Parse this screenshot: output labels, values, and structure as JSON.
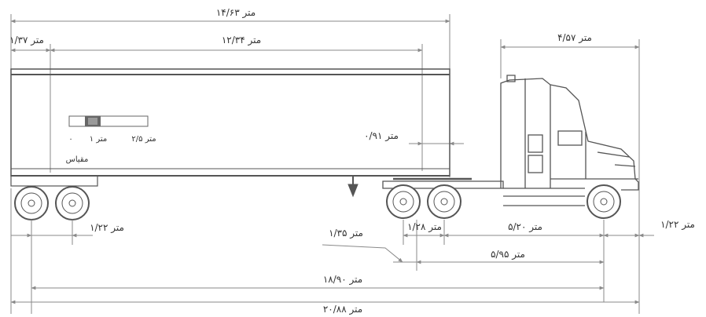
{
  "dimensions": {
    "trailer_overall": "۱۴/۶۳ متر",
    "trailer_front_overhang": "۱/۳۷ متر",
    "trailer_body_inner": "۱۲/۳۴ متر",
    "tractor_length": "۴/۵۷ متر",
    "kingpin_offset": "۰/۹۱ متر",
    "trailer_axle_spread": "۱/۲۲ متر",
    "kingpin_to_drive": "۱/۳۵ متر",
    "drive_axle_spread": "۱/۲۸ متر",
    "drive_to_steer": "۵/۲۰ متر",
    "kingpin_to_steer": "۵/۹۵ متر",
    "front_overhang": "۱/۲۲ متر",
    "axle_to_axle": "۱۸/۹۰ متر",
    "overall_length": "۲۰/۸۸ متر"
  },
  "scale": {
    "title": "مقیاس",
    "zero": "۰",
    "one": "۱ متر",
    "two_half": "۲/۵ متر"
  },
  "colors": {
    "line": "#555555",
    "dim_line": "#8a8a8a",
    "text": "#333333"
  }
}
